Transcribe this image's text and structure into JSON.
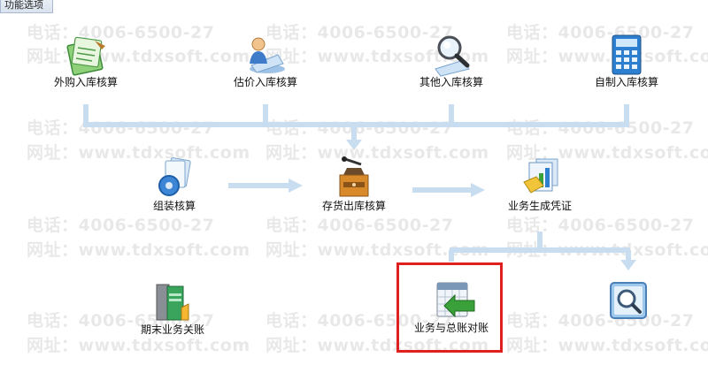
{
  "panel": {
    "tab_title": "功能选项"
  },
  "watermark": {
    "phone": "电话：4006-6500-27",
    "site": "网址：www.tdxsoft.com"
  },
  "nodes": [
    {
      "id": "purchase",
      "label": "外购入库核算",
      "icon": "purchase-invoice-icon"
    },
    {
      "id": "estimate",
      "label": "估价入库核算",
      "icon": "estimate-user-icon"
    },
    {
      "id": "other",
      "label": "其他入库核算",
      "icon": "magnifier-icon"
    },
    {
      "id": "selfmade",
      "label": "自制入库核算",
      "icon": "calculator-icon"
    },
    {
      "id": "assembly",
      "label": "组装核算",
      "icon": "gear-document-icon"
    },
    {
      "id": "outbound",
      "label": "存货出库核算",
      "icon": "grinder-icon"
    },
    {
      "id": "voucher",
      "label": "业务生成凭证",
      "icon": "chart-documents-icon"
    },
    {
      "id": "period-close",
      "label": "期末业务关账",
      "icon": "ledger-books-icon"
    },
    {
      "id": "reconcile",
      "label": "业务与总账对账",
      "icon": "calendar-arrow-icon"
    },
    {
      "id": "query",
      "label": "",
      "icon": "search-window-icon"
    }
  ],
  "colors": {
    "arrow": "#c9ddf0",
    "highlight": "#e02020"
  }
}
